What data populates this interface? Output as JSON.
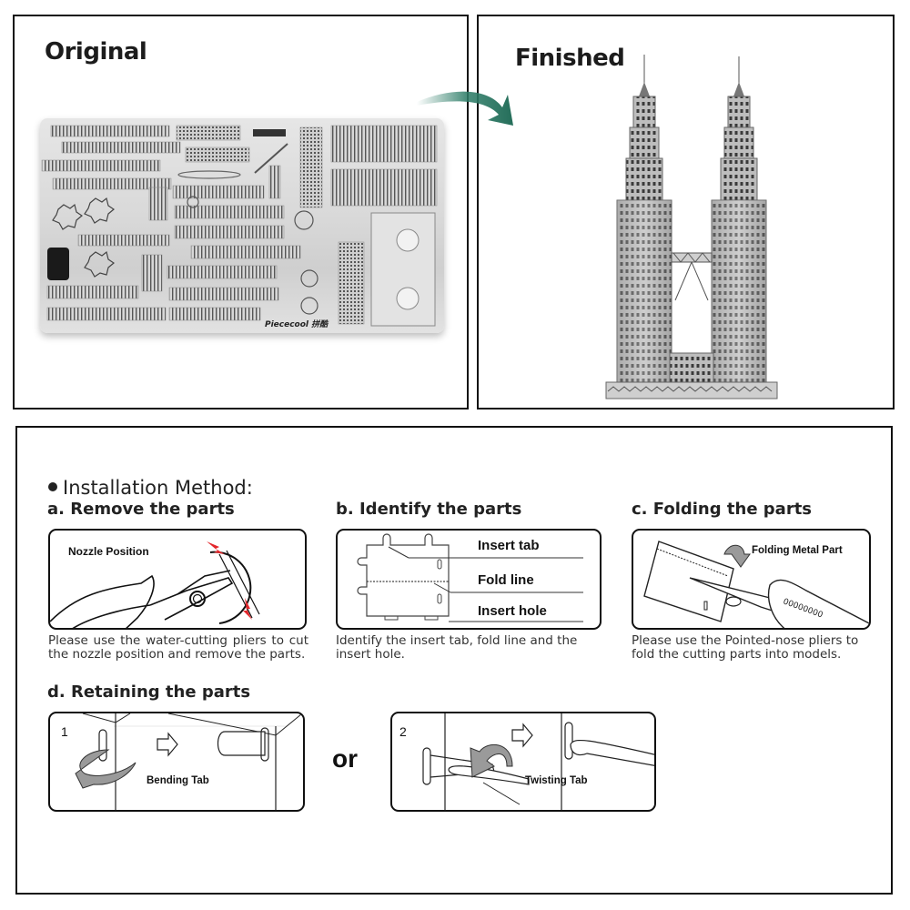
{
  "original_panel": {
    "title": "Original",
    "sheet_brand": "Piececool 拼酷"
  },
  "finished_panel": {
    "title": "Finished"
  },
  "arrow": {
    "color": "#2e7d68",
    "icon": "curved-arrow-right"
  },
  "installation": {
    "heading": "Installation Method:",
    "steps": {
      "a": {
        "title": "a. Remove the parts",
        "labels": [
          "Nozzle Position"
        ],
        "description": "Please use the water-cutting pliers to cut the nozzle position and remove the parts."
      },
      "b": {
        "title": "b. Identify the parts",
        "labels": [
          "Insert tab",
          "Fold line",
          "Insert hole"
        ],
        "description": "Identify the insert tab, fold line and the insert hole."
      },
      "c": {
        "title": "c. Folding the parts",
        "labels": [
          "Folding Metal Part"
        ],
        "description": "Please use the Pointed-nose pliers to fold the cutting parts into models."
      },
      "d": {
        "title": "d. Retaining the parts",
        "option1": {
          "number": "1",
          "label": "Bending Tab"
        },
        "separator": "or",
        "option2": {
          "number": "2",
          "label": "Twisting Tab"
        }
      }
    }
  },
  "colors": {
    "accent_red": "#e3262b",
    "arrow_green": "#2e7d68",
    "arrow_gray": "#9a9a9a"
  }
}
